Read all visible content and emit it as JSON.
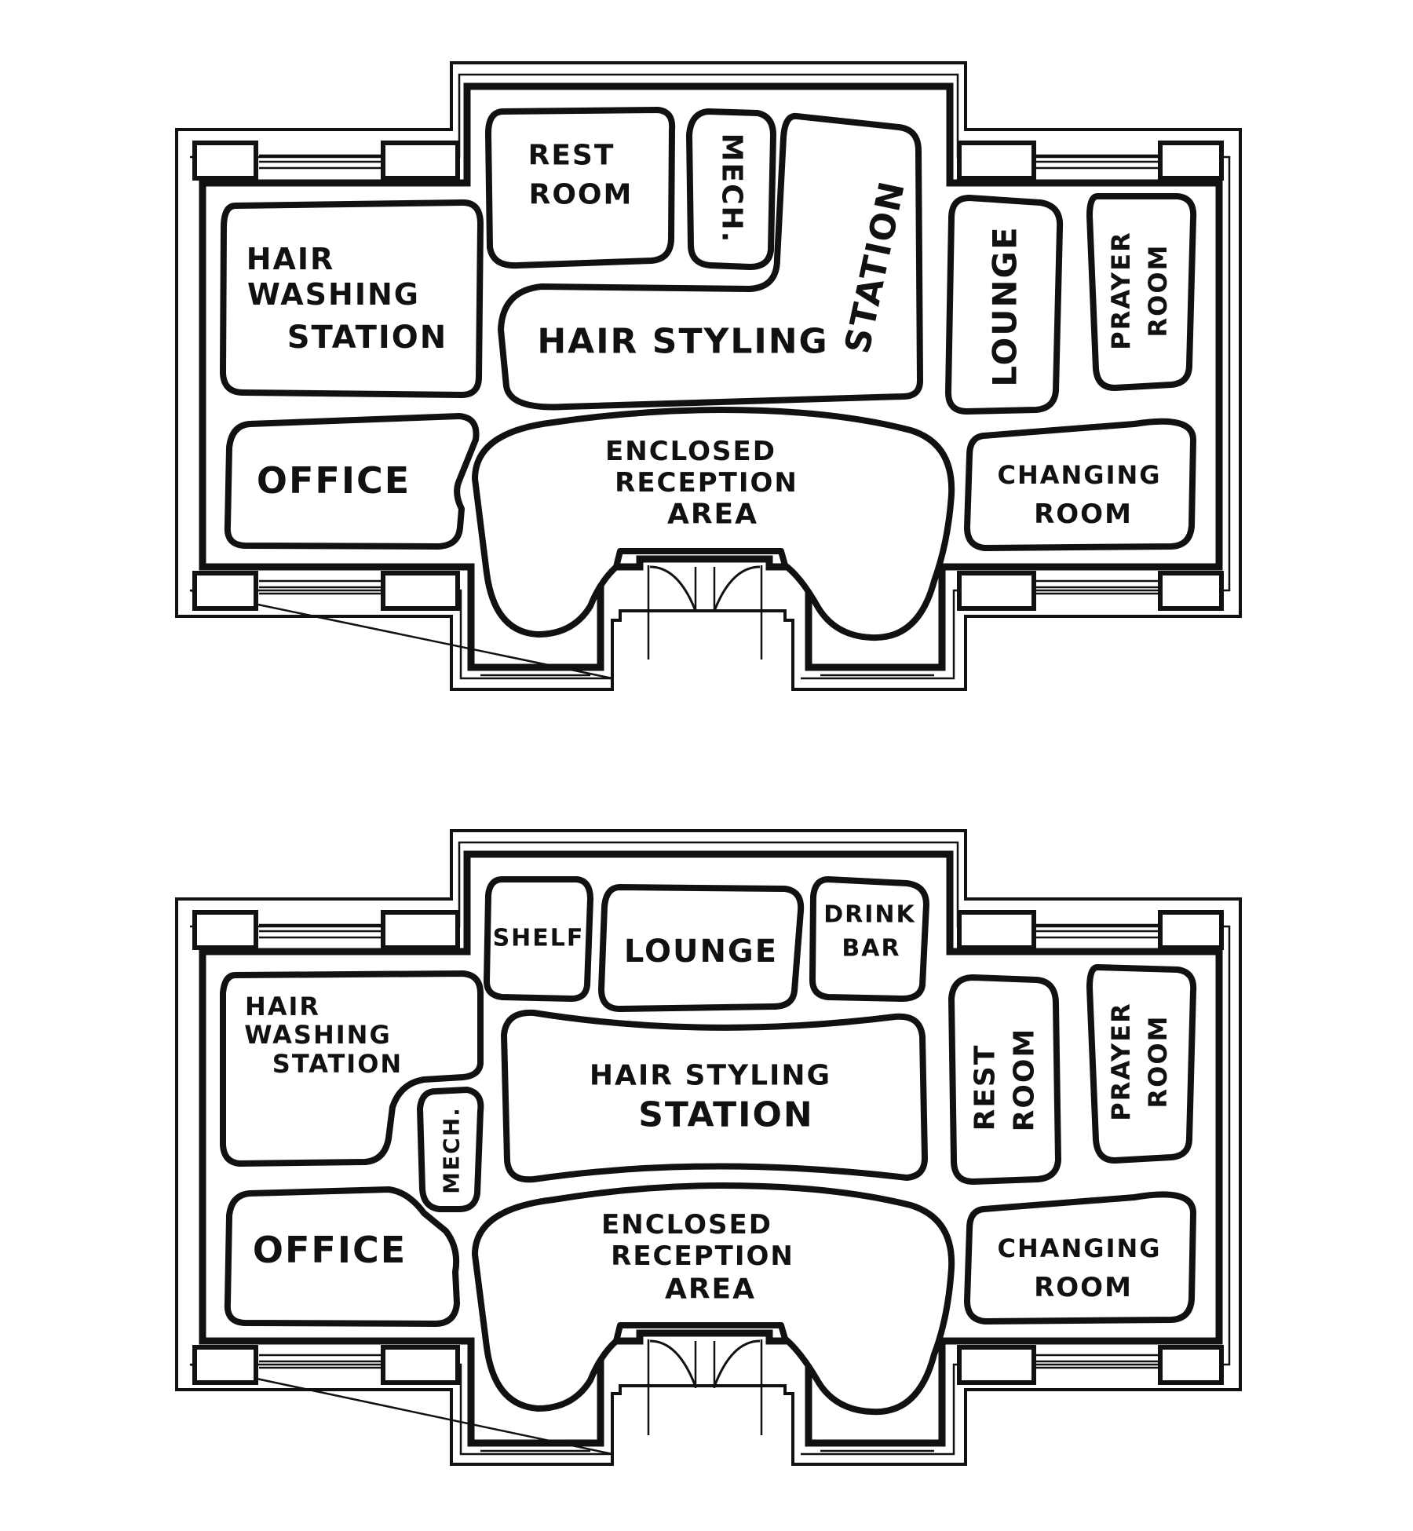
{
  "plans": [
    {
      "rooms": {
        "rest_room": [
          "REST",
          "ROOM"
        ],
        "mech": "MECH.",
        "hair_styling": "HAIR STYLING",
        "station": "STATION",
        "hair_washing": [
          "HAIR",
          "WASHING",
          "STATION"
        ],
        "lounge": "LOUNGE",
        "prayer_room": [
          "PRAYER",
          "ROOM"
        ],
        "office": "OFFICE",
        "reception": [
          "ENCLOSED",
          "RECEPTION",
          "AREA"
        ],
        "changing_room": [
          "CHANGING",
          "ROOM"
        ]
      }
    },
    {
      "rooms": {
        "shelf": "SHELF",
        "lounge": "LOUNGE",
        "drink_bar": [
          "DRINK",
          "BAR"
        ],
        "hair_washing": [
          "HAIR",
          "WASHING",
          "STATION"
        ],
        "mech": "MECH.",
        "hair_styling": [
          "HAIR STYLING",
          "STATION"
        ],
        "rest_room": [
          "REST",
          "ROOM"
        ],
        "prayer_room": [
          "PRAYER",
          "ROOM"
        ],
        "office": "OFFICE",
        "reception": [
          "ENCLOSED",
          "RECEPTION",
          "AREA"
        ],
        "changing_room": [
          "CHANGING",
          "ROOM"
        ]
      }
    }
  ]
}
